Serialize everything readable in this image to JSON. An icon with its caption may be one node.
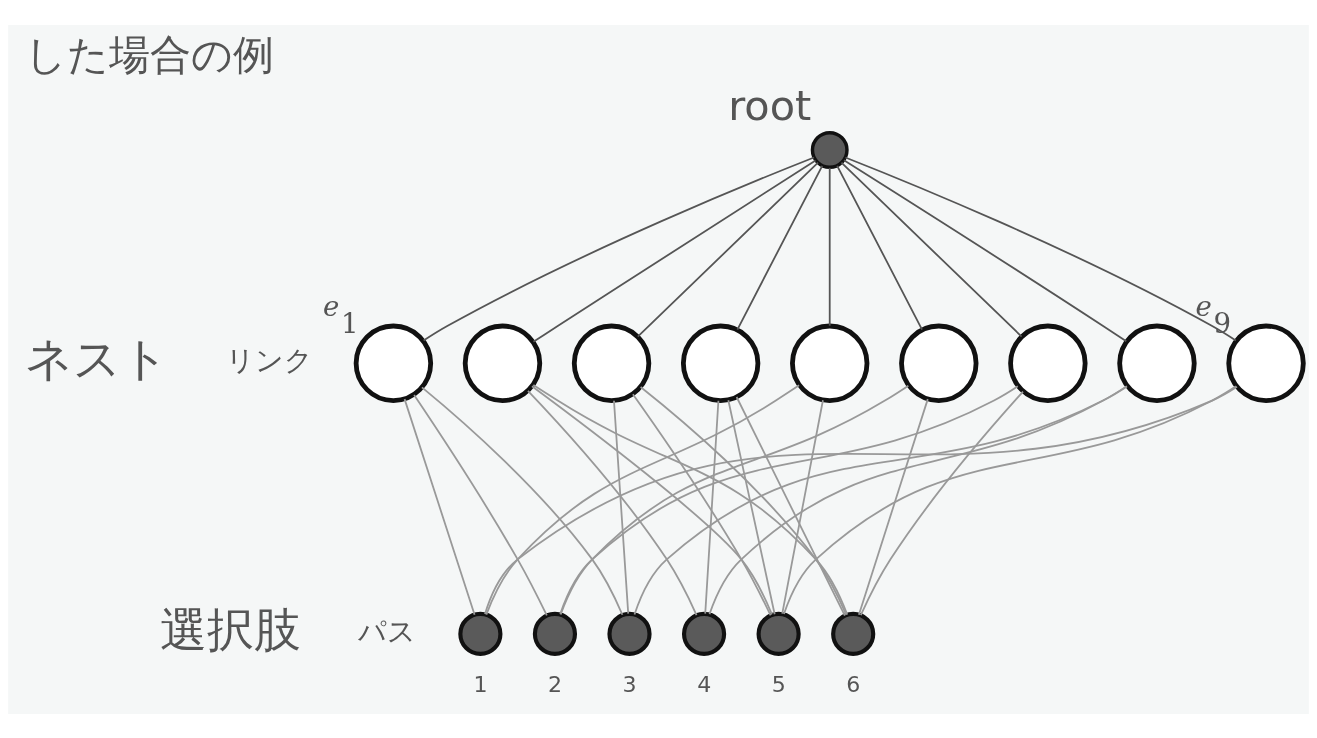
{
  "diagram": {
    "title": "した場合の例",
    "nodes": [
      {
        "text": [],
        "shape": "circle",
        "beside": [
          "root"
        ]
      },
      {
        "text": [],
        "shape": "circle",
        "beside": [
          "*e*$_{1}$"
        ]
      },
      {
        "text": [],
        "shape": "circle"
      },
      {
        "text": [],
        "shape": "circle"
      },
      {
        "text": [],
        "shape": "circle"
      },
      {
        "text": [],
        "shape": "circle"
      },
      {
        "text": [],
        "shape": "circle"
      },
      {
        "text": [],
        "shape": "circle"
      },
      {
        "text": [],
        "shape": "circle"
      },
      {
        "text": [],
        "shape": "circle",
        "beside": [
          "*e*$_{9}$"
        ]
      },
      {
        "text": [],
        "shape": "circle",
        "beside": [
          "1"
        ]
      },
      {
        "text": [],
        "shape": "circle",
        "beside": [
          "2"
        ]
      },
      {
        "text": [],
        "shape": "circle",
        "beside": [
          "3"
        ]
      },
      {
        "text": [],
        "shape": "circle",
        "beside": [
          "4"
        ]
      },
      {
        "text": [],
        "shape": "circle",
        "beside": [
          "5"
        ]
      },
      {
        "text": [],
        "shape": "circle",
        "beside": [
          "6"
        ]
      }
    ],
    "edges": [
      {
        "from": 0,
        "to": 1,
        "arrow": "none",
        "color": "#555555"
      },
      {
        "from": 0,
        "to": 2,
        "arrow": "none",
        "color": "#555555"
      },
      {
        "from": 0,
        "to": 3,
        "arrow": "none",
        "color": "#555555"
      },
      {
        "from": 0,
        "to": 4,
        "arrow": "none",
        "color": "#555555"
      },
      {
        "from": 0,
        "to": 5,
        "arrow": "none",
        "color": "#555555"
      },
      {
        "from": 0,
        "to": 6,
        "arrow": "none",
        "color": "#555555"
      },
      {
        "from": 0,
        "to": 7,
        "arrow": "none",
        "color": "#555555"
      },
      {
        "from": 0,
        "to": 8,
        "arrow": "none",
        "color": "#555555"
      },
      {
        "from": 0,
        "to": 9,
        "arrow": "none",
        "color": "#555555"
      },
      {
        "from": 1,
        "to": 10,
        "arrow": "none"
      },
      {
        "from": 1,
        "to": 11,
        "arrow": "none"
      },
      {
        "from": 1,
        "to": 12,
        "arrow": "none"
      },
      {
        "from": 2,
        "to": 13,
        "arrow": "none"
      },
      {
        "from": 2,
        "to": 14,
        "arrow": "none"
      },
      {
        "from": 2,
        "to": 15,
        "arrow": "none"
      },
      {
        "from": 3,
        "to": 12,
        "arrow": "none"
      },
      {
        "from": 3,
        "to": 14,
        "arrow": "none"
      },
      {
        "from": 3,
        "to": 15,
        "arrow": "none"
      },
      {
        "from": 4,
        "to": 13,
        "arrow": "none"
      },
      {
        "from": 4,
        "to": 14,
        "arrow": "none"
      },
      {
        "from": 4,
        "to": 15,
        "arrow": "none"
      },
      {
        "from": 5,
        "to": 10,
        "arrow": "none"
      },
      {
        "from": 5,
        "to": 14,
        "arrow": "none"
      },
      {
        "from": 6,
        "to": 11,
        "arrow": "none"
      },
      {
        "from": 6,
        "to": 15,
        "arrow": "none"
      },
      {
        "from": 7,
        "to": 11,
        "arrow": "none"
      },
      {
        "from": 7,
        "to": 15,
        "arrow": "none"
      },
      {
        "from": 8,
        "to": 12,
        "arrow": "none"
      },
      {
        "from": 8,
        "to": 13,
        "arrow": "none"
      },
      {
        "from": 9,
        "to": 10,
        "arrow": "none"
      },
      {
        "from": 9,
        "to": 14,
        "arrow": "none"
      }
    ],
    "labels": [
      "ネスト",
      "リンク",
      "選択肢",
      "パス"
    ]
  }
}
